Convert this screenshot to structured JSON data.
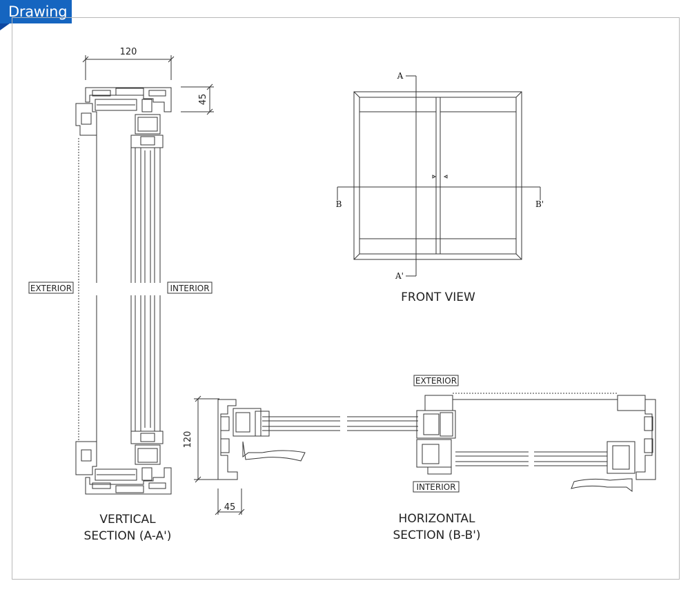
{
  "header": {
    "tab_label": "Drawing"
  },
  "colors": {
    "tab_blue": "#1565c0",
    "tab_dark": "#0d47a1",
    "line": "#333333",
    "frame_border": "#b8b8b8"
  },
  "vertical_section": {
    "dim_width": "120",
    "dim_height": "45",
    "exterior_label": "EXTERIOR",
    "interior_label": "INTERIOR",
    "caption_line1": "VERTICAL",
    "caption_line2": "SECTION (A-A')"
  },
  "front_view": {
    "mark_a": "A",
    "mark_a_prime": "A'",
    "mark_b": "B",
    "mark_b_prime": "B'",
    "caption": "FRONT VIEW"
  },
  "horizontal_section": {
    "exterior_label": "EXTERIOR",
    "interior_label": "INTERIOR",
    "dim_height": "120",
    "dim_width": "45",
    "caption_line1": "HORIZONTAL",
    "caption_line2": "SECTION (B-B')"
  }
}
